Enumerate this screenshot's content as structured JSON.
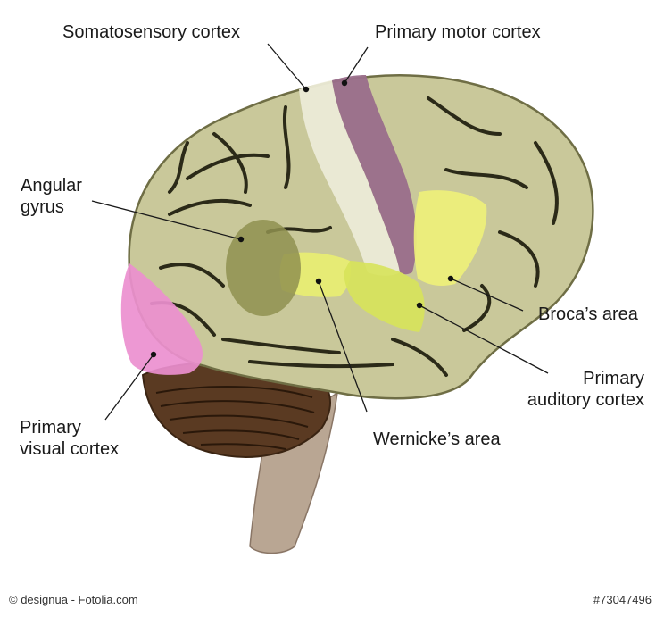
{
  "labels": {
    "somatosensory": "Somatosensory cortex",
    "primary_motor": "Primary motor cortex",
    "angular_line1": "Angular",
    "angular_line2": "gyrus",
    "broca": "Broca’s area",
    "auditory_line1": "Primary",
    "auditory_line2": "auditory cortex",
    "wernicke": "Wernicke’s area",
    "visual_line1": "Primary",
    "visual_line2": "visual cortex"
  },
  "footer": {
    "credit": "© designua - Fotolia.com",
    "stock_id": "#73047496"
  },
  "colors": {
    "cortex": "#c9c89a",
    "sulcus": "#2b2a18",
    "motor": "#9a6e8b",
    "somatosensory": "#ecebd7",
    "broca": "#eef07a",
    "wernicke": "#e8ee72",
    "auditory": "#d7e35a",
    "angular": "#8f9050",
    "visual": "#ec8fcf",
    "cerebellum": "#5a3a22",
    "brainstem": "#b9a693"
  }
}
